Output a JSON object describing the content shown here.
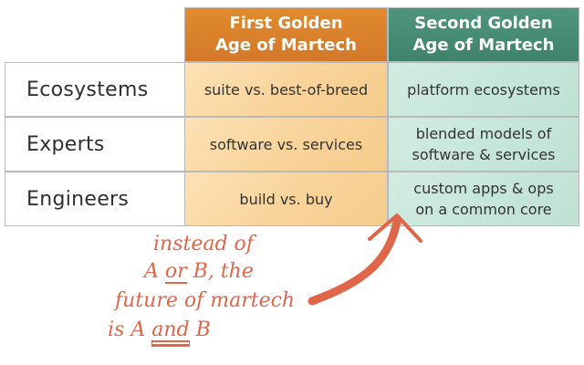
{
  "table": {
    "headers": [
      "First Golden\nAge of Martech",
      "Second Golden\nAge of Martech"
    ],
    "rows": [
      {
        "label": "Ecosystems",
        "first": "suite vs. best-of-breed",
        "second": "platform ecosystems"
      },
      {
        "label": "Experts",
        "first": "software vs. services",
        "second": "blended models of\nsoftware & services"
      },
      {
        "label": "Engineers",
        "first": "build vs. buy",
        "second": "custom apps & ops\non a common core"
      }
    ]
  },
  "annotation": {
    "line1": "instead of",
    "line2_a": "A ",
    "line2_or": "or",
    "line2_b": " B,  the",
    "line3": "future of martech",
    "line4_a": "is  A ",
    "line4_and": "and",
    "line4_b": " B"
  },
  "colors": {
    "first_header": "#d98230",
    "second_header": "#478c75",
    "first_cell": "#f9d6a0",
    "second_cell": "#c7e6da",
    "annotation": "#e0664a"
  }
}
